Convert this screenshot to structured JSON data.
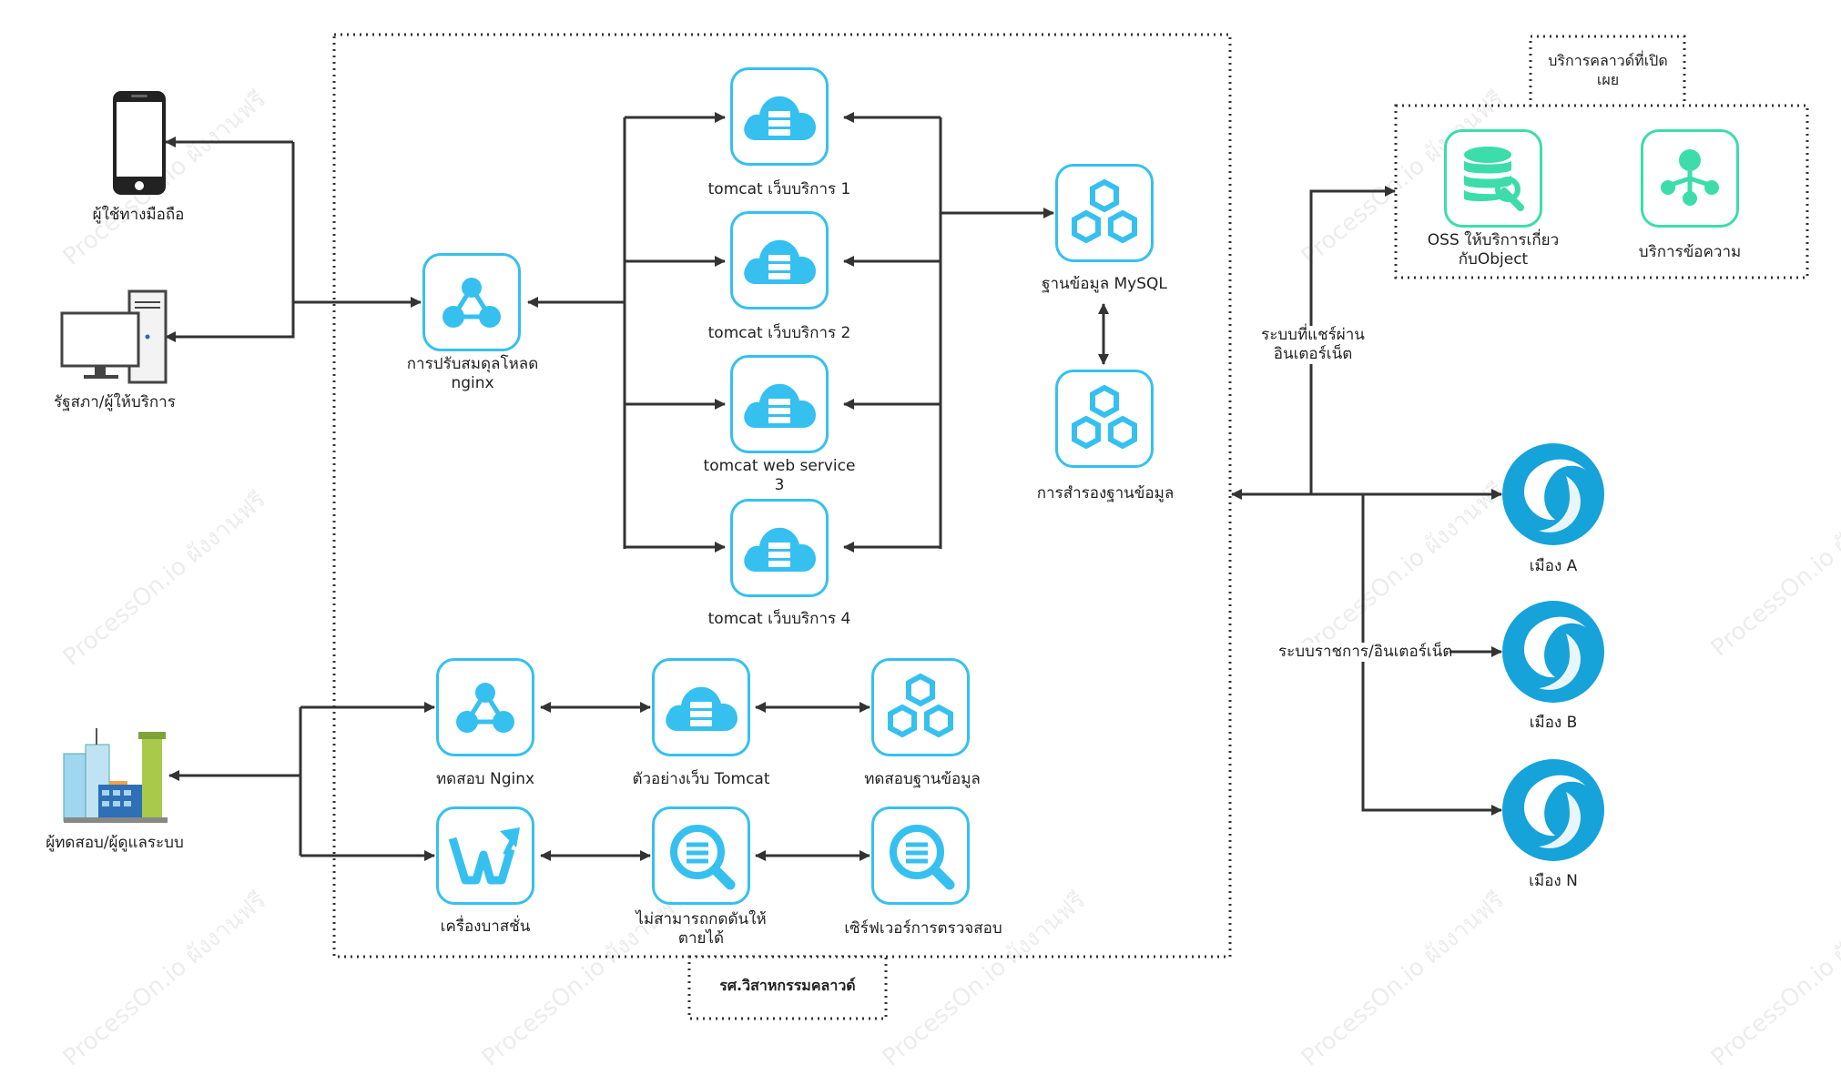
{
  "clients": {
    "mobile_user": "ผู้ใช้ทางมือถือ",
    "gov_provider": "รัฐสภา/ผู้ให้บริการ",
    "tester_admin": "ผู้ทดสอบ/ผู้ดูแลระบบ"
  },
  "cloud_center": {
    "title": "รศ.วิสาหกรรมคลาวด์",
    "nginx_lb": "การปรับสมดุลโหลด nginx",
    "tomcat": [
      "tomcat เว็บบริการ 1",
      "tomcat เว็บบริการ 2",
      "tomcat web service 3",
      "tomcat เว็บบริการ 4"
    ],
    "mysql_db": "ฐานข้อมูล MySQL",
    "db_backup": "การสำรองฐานข้อมูล",
    "test_nginx": "ทดสอบ Nginx",
    "tomcat_sample": "ตัวอย่างเว็บ Tomcat",
    "test_db": "ทดสอบฐานข้อมูล",
    "bastion": "เครื่องบาสชั่น",
    "cannot_stop": "ไม่สามารถกดดันให้ตายได้",
    "audit_server": "เซิร์ฟเวอร์การตรวจสอบ"
  },
  "public_cloud": {
    "title": "บริการคลาวด์ที่เปิดเผย",
    "oss": "OSS ให้บริการเกี่ยวกับObject",
    "messaging": "บริการข้อความ"
  },
  "links": {
    "internet_share": "ระบบที่แชร์ผ่านอินเตอร์เน็ต",
    "gov_internet": "ระบบราชการ/อินเตอร์เน็ต"
  },
  "cities": [
    "เมือง A",
    "เมือง B",
    "เมือง N"
  ],
  "watermark": "ProcessOn.io ผังงานฟรี",
  "colors": {
    "accent": "#36c0f0",
    "green": "#3ddcab",
    "line": "#333333"
  }
}
